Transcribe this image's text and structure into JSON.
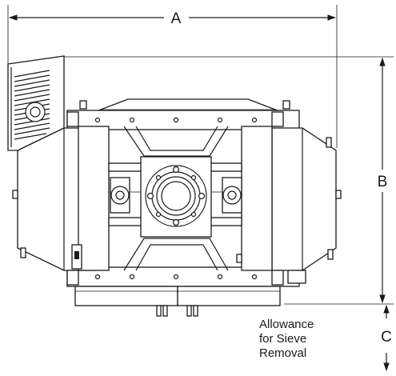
{
  "dimensions": {
    "width_label": "A",
    "height_label": "B",
    "clearance_label": "C"
  },
  "notes": {
    "allowance_line1": "Allowance",
    "allowance_line2": "for Sieve",
    "allowance_line3": "Removal"
  }
}
